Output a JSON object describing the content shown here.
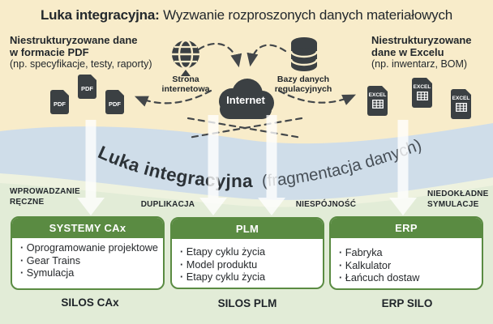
{
  "colors": {
    "cream": "#f8ecca",
    "band_blue": "#cfdde9",
    "pale_stripe": "#eef2df",
    "bg_green": "#e2ecd7",
    "box_green": "#5a8b42",
    "icon_dark": "#3b4043",
    "ink": "#23282c",
    "ink_soft": "#474f57"
  },
  "title": {
    "lead": "Luka integracyjna:",
    "rest": " Wyzwanie rozproszonych danych materiałowych"
  },
  "pdf_source": {
    "heading1": "Niestrukturyzowane dane",
    "heading2": "w formacie PDF",
    "examples": "(np. specyfikacje, testy, raporty)",
    "file_label": "PDF"
  },
  "excel_source": {
    "heading1": "Niestrukturyzowane",
    "heading2": "dane w Excelu",
    "examples": "(np. inwentarz, BOM)",
    "file_label": "EXCEL"
  },
  "network": {
    "website1": "Strona",
    "website2": "internetowa",
    "cloud": "Internet",
    "db1": "Bazy danych",
    "db2": "regulacyjnych"
  },
  "banner": {
    "main": "Luka integracyjna",
    "paren": "(fragmentacja danych)"
  },
  "problems": {
    "manual1": "WPROWADZANIE",
    "manual2": "RĘCZNE",
    "duplication": "DUPLIKACJA",
    "inconsistency": "NIESPÓJNOŚĆ",
    "inaccurate1": "NIEDOKŁADNE",
    "inaccurate2": "SYMULACJE"
  },
  "silos": {
    "cax": {
      "header": "SYSTEMY CAx",
      "items": [
        "Oprogramowanie projektowe",
        "Gear Trains",
        "Symulacja"
      ],
      "caption": "SILOS CAx"
    },
    "plm": {
      "header": "PLM",
      "items": [
        "Etapy cyklu życia",
        "Model produktu",
        "Etapy cyklu życia"
      ],
      "caption": "SILOS PLM"
    },
    "erp": {
      "header": "ERP",
      "items": [
        "Fabryka",
        "Kalkulator",
        "Łańcuch dostaw"
      ],
      "caption": "ERP SILO"
    }
  }
}
